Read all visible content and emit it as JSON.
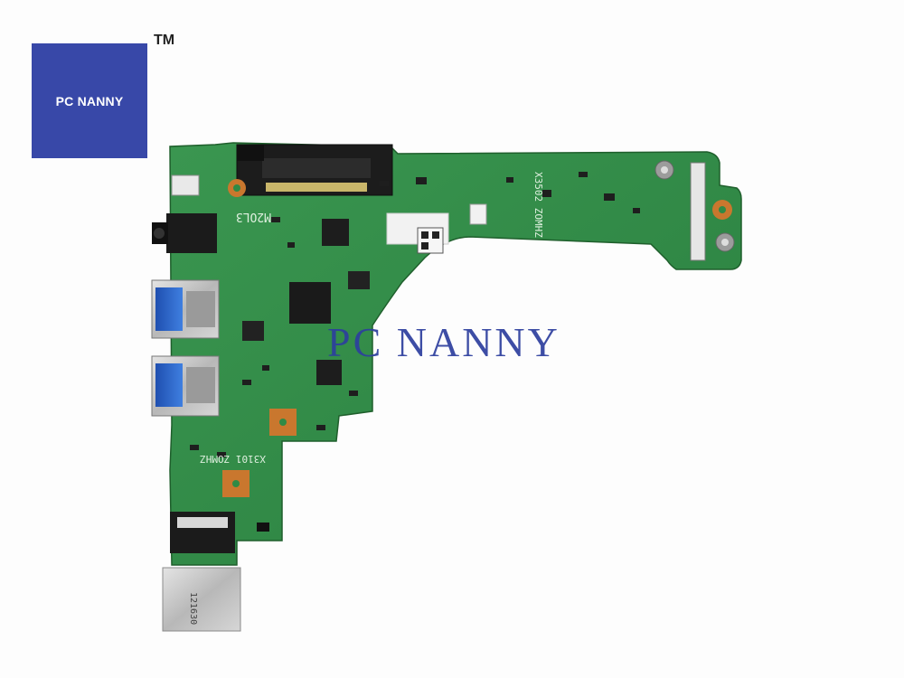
{
  "logo": {
    "text": "PC NANNY",
    "background": "#3848a8",
    "trademark": "TM"
  },
  "watermark": {
    "text": "PC NANNY",
    "color": "#2d3f9e"
  },
  "board": {
    "pcb_color": "#2f8a45",
    "silkscreen": {
      "label_top": "M2OL3",
      "label_bottom": "X3101",
      "label_bottom_2": "ZOMHZ",
      "label_right": "X3502",
      "label_right_2": "ZOMHZ",
      "label_plate": "121630"
    }
  }
}
